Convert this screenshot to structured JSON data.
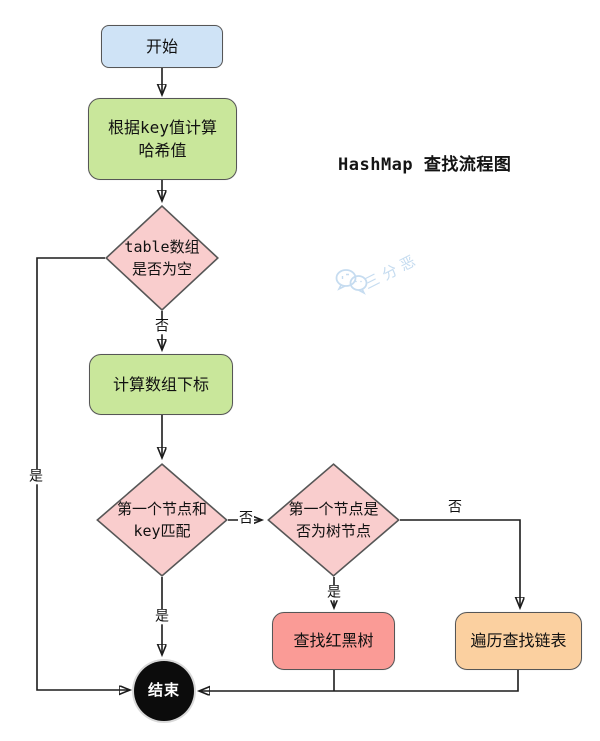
{
  "title": "HashMap 查找流程图",
  "watermark": {
    "brand": "三分恶",
    "icon": "wechat-icon"
  },
  "flowchart": {
    "nodes": {
      "start": {
        "label": "开始"
      },
      "compute_hash": {
        "label": "根据key值计算\n哈希值"
      },
      "table_empty": {
        "label": "table数组\n是否为空"
      },
      "compute_index": {
        "label": "计算数组下标"
      },
      "first_match": {
        "label": "第一个节点和\nkey匹配"
      },
      "is_tree": {
        "label": "第一个节点是\n否为树节点"
      },
      "search_rbtree": {
        "label": "查找红黑树"
      },
      "traverse_list": {
        "label": "遍历查找链表"
      },
      "end": {
        "label": "结束"
      }
    },
    "edge_labels": {
      "table_empty_no": "否",
      "table_empty_yes": "是",
      "first_match_no": "否",
      "first_match_yes": "是",
      "is_tree_no": "否",
      "is_tree_yes": "是"
    }
  },
  "colors": {
    "start_fill": "#cfe3f6",
    "process_fill": "#c9e79b",
    "decision_fill": "#f9cdcd",
    "rbtree_fill": "#fa9b96",
    "list_fill": "#fbd0a0",
    "end_fill": "#0c0c0c",
    "watermark": "#bdd7ee"
  }
}
